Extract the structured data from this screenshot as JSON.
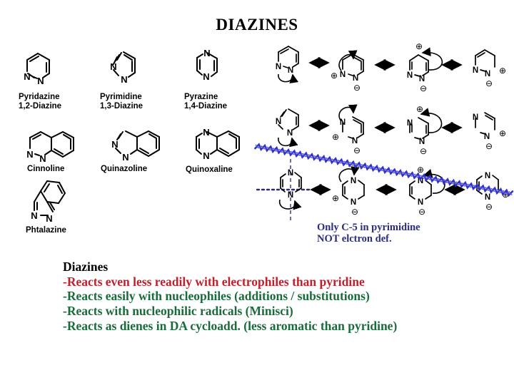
{
  "slide": {
    "title": "DIAZINES",
    "background_color": "#ffffff"
  },
  "colors": {
    "text_black": "#000000",
    "accent_red": "#c0202c",
    "accent_green": "#1a6b3c",
    "accent_blue": "#2b2d7a",
    "squiggle_blue": "#3333cc"
  },
  "monocyclic_structures": [
    {
      "id": "pyridazine",
      "name": "Pyridazine",
      "alt_name": "1,2-Diazine",
      "caption": "Pyridazine\n1,2-Diazine",
      "nitrogen_positions": "1,2"
    },
    {
      "id": "pyrimidine",
      "name": "Pyrimidine",
      "alt_name": "1,3-Diazine",
      "caption": "Pyrimidine\n1,3-Diazine",
      "nitrogen_positions": "1,3"
    },
    {
      "id": "pyrazine",
      "name": "Pyrazine",
      "alt_name": "1,4-Diazine",
      "caption": "Pyrazine\n1,4-Diazine",
      "nitrogen_positions": "1,4"
    }
  ],
  "bicyclic_structures": [
    {
      "id": "cinnoline",
      "name": "Cinnoline",
      "caption": "Cinnoline"
    },
    {
      "id": "quinazoline",
      "name": "Quinazoline",
      "caption": "Quinazoline"
    },
    {
      "id": "quinoxaline",
      "name": "Quinoxaline",
      "caption": "Quinoxaline"
    },
    {
      "id": "phtalazine",
      "name": "Phtalazine",
      "caption": "Phtalazine"
    }
  ],
  "resonance": {
    "atom_label_n": "N",
    "plus_symbol": "⊕",
    "minus_symbol": "⊖",
    "rows": [
      {
        "id": "pyridazine-resonance",
        "parent": "Pyridazine",
        "num_forms": 4
      },
      {
        "id": "pyrimidine-resonance",
        "parent": "Pyrimidine",
        "num_forms": 4
      },
      {
        "id": "pyrazine-resonance",
        "parent": "Pyrazine",
        "num_forms": 4
      }
    ]
  },
  "note": {
    "line1": "Only C-5 in pyrimidine",
    "line2": "NOT elctron def.",
    "text": "Only C-5 in pyrimidine\nNOT elctron def."
  },
  "summary": {
    "heading": "Diazines",
    "bullets": [
      {
        "text": "-Reacts even less readily with electrophiles than pyridine",
        "color": "red"
      },
      {
        "text": "-Reacts easily with nucleophiles (additions / substitutions)",
        "color": "green"
      },
      {
        "text": "-Reacts with nucleophilic radicals (Minisci)",
        "color": "green"
      },
      {
        "text": "-Reacts as dienes in DA cycloadd. (less aromatic than pyridine)",
        "color": "green"
      }
    ]
  }
}
